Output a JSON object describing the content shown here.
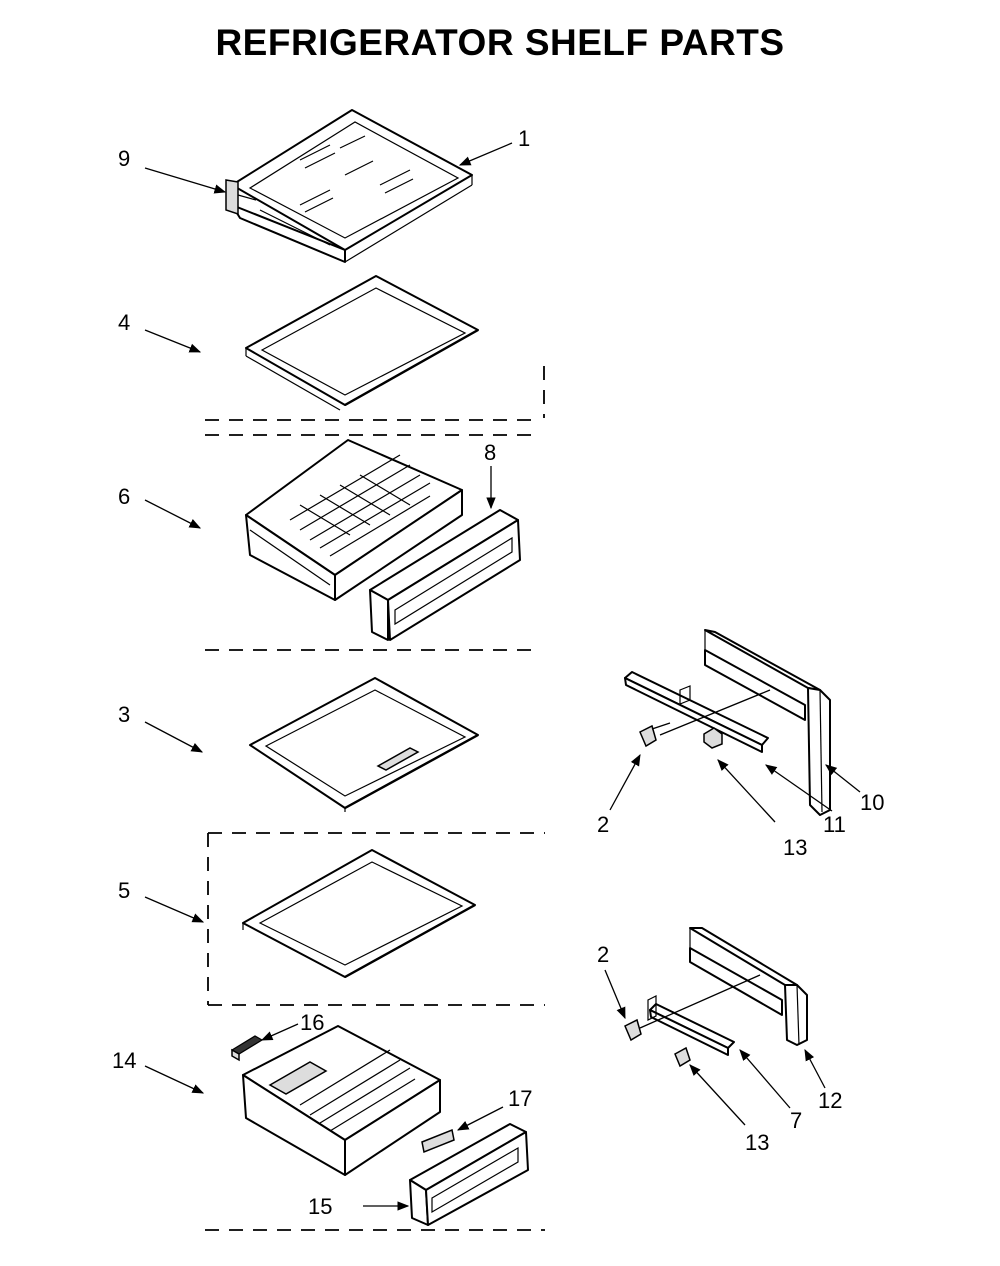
{
  "title": "REFRIGERATOR SHELF PARTS",
  "callouts": {
    "c1": "1",
    "c2a": "2",
    "c2b": "2",
    "c3": "3",
    "c4": "4",
    "c5": "5",
    "c6": "6",
    "c7": "7",
    "c8": "8",
    "c9": "9",
    "c10": "10",
    "c11": "11",
    "c12": "12",
    "c13a": "13",
    "c13b": "13",
    "c14": "14",
    "c15": "15",
    "c16": "16",
    "c17": "17"
  }
}
